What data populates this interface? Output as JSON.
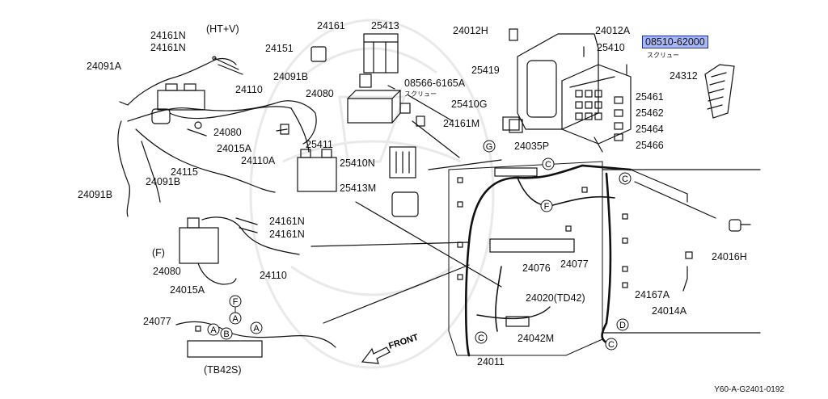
{
  "diagram_id": "Y60-A-G2401-0192",
  "front_label": "FRONT",
  "callouts": {
    "c24161N_ht": "24161N",
    "ht_v": "(HT+V)",
    "c24161N_b": "24161N",
    "c24091A": "24091A",
    "c24110_top": "24110",
    "c24091B_top": "24091B",
    "c24080_top": "24080",
    "c24080_mid": "24080",
    "c24015A_top": "24015A",
    "c24110A": "24110A",
    "c24115": "24115",
    "c24091B_left": "24091B",
    "c24091B_bot": "24091B",
    "c24161": "24161",
    "c25413": "25413",
    "c24151": "24151",
    "c08566": "08566-6165A",
    "screw1": "スクリュー",
    "c25410G": "25410G",
    "c25411": "25411",
    "c24161M": "24161M",
    "c25410N": "25410N",
    "c25413M": "25413M",
    "c24012H": "24012H",
    "c24012A": "24012A",
    "c25410": "25410",
    "c08510": "08510-62000",
    "screw2": "スクリュー",
    "c25419": "25419",
    "c24312": "24312",
    "c25461": "25461",
    "c25462": "25462",
    "c25464": "25464",
    "c25466": "25466",
    "c24035P": "24035P",
    "c24161N_m1": "24161N",
    "c24161N_m2": "24161N",
    "f_label": "(F)",
    "c24080_f": "24080",
    "c24110_f": "24110",
    "c24015A_f": "24015A",
    "c24076": "24076",
    "c24077_mid": "24077",
    "c24016H": "24016H",
    "c24020": "24020(TD42)",
    "c24167A": "24167A",
    "c24014A": "24014A",
    "c24077_bot": "24077",
    "c24042M": "24042M",
    "c24011": "24011",
    "tb42s": "(TB42S)"
  },
  "connector_letters": [
    "G",
    "C",
    "C",
    "F",
    "C",
    "D",
    "C",
    "F",
    "A",
    "A",
    "B",
    "A"
  ],
  "colors": {
    "line": "#111111",
    "highlight_fill": "#a9b8f5",
    "highlight_border": "#1c2f9c",
    "watermark": "#d9d9d9"
  }
}
